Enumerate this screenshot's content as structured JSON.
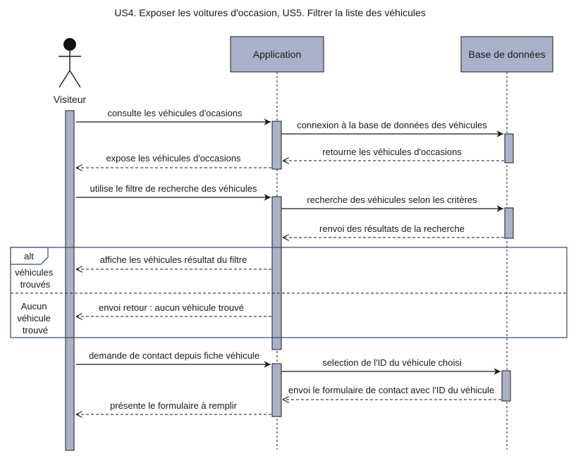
{
  "title": "US4. Exposer les voitures d'occasion, US5. Filtrer la liste des véhicules",
  "participants": {
    "actor": "Visiteur",
    "app": "Application",
    "db": "Base de données"
  },
  "messages": {
    "m1": "consulte les véhicules d'ocasions",
    "m2": "connexion à la base de données des véhicules",
    "m3": "retourne les véhicules d'occasions",
    "m4": "expose les véhicules d'occasions",
    "m5": "utilise le filtre de recherche des véhicules",
    "m6": "recherche des véhicules selon les critères",
    "m7": "renvoi des résultats de la recherche",
    "m8": "affiche les véhicules résultat du filtre",
    "m9": "envoi retour : aucun véhicule trouvé",
    "m10": "demande de contact depuis fiche véhicule",
    "m11": "selection de l'ID du véhicule choisi",
    "m12": "envoi le formulaire de contact avec l'ID du véhicule",
    "m13": "présente le formulaire à remplir"
  },
  "fragment": {
    "operator": "alt",
    "guard1": [
      "véhicules",
      "trouvés"
    ],
    "guard2": [
      "Aucun",
      "véhicule",
      "trouvé"
    ]
  },
  "colors": {
    "box_fill": "#aab1c9",
    "stroke": "#1a1a1a",
    "fragment_border": "#2e4a6b"
  }
}
